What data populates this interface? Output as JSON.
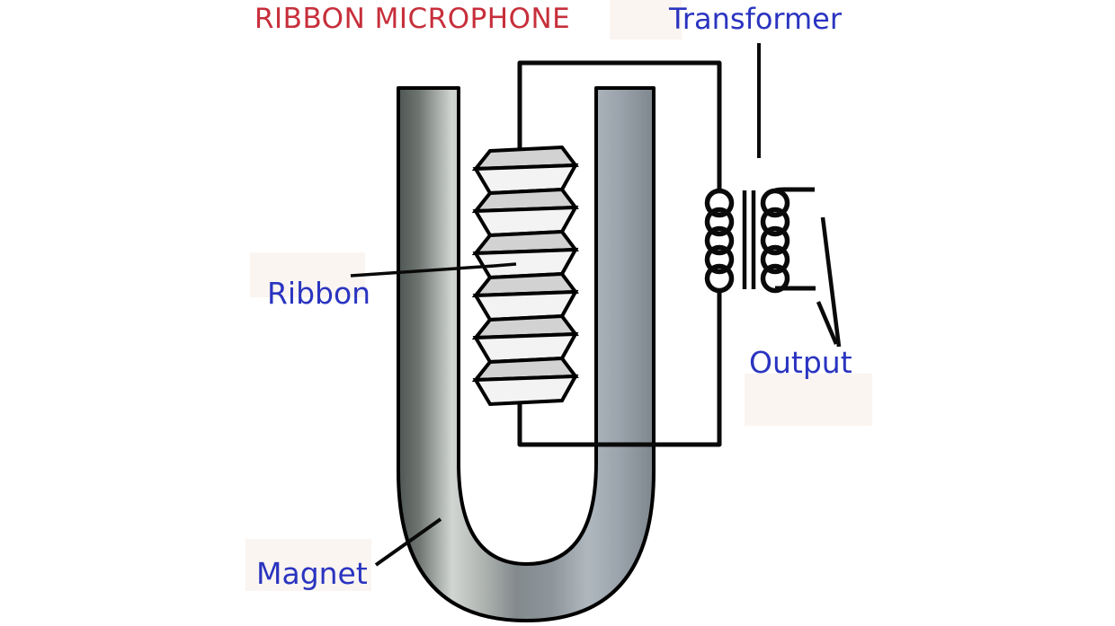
{
  "title": {
    "text": "RIBBON MICROPHONE",
    "color": "#c72f3b"
  },
  "labels": {
    "transformer": {
      "text": "Transformer",
      "color": "#2a34c0"
    },
    "ribbon": {
      "text": "Ribbon",
      "color": "#2a34c0"
    },
    "output": {
      "text": "Output",
      "color": "#2a34c0"
    },
    "magnet": {
      "text": "Magnet",
      "color": "#2a34c0"
    }
  },
  "diagram": {
    "description": "Ribbon microphone schematic: corrugated ribbon suspended between the poles of a U-shaped magnet, wired to a transformer whose secondary coil leads to the output",
    "components": [
      "magnet",
      "ribbon",
      "transformer-primary-coil",
      "transformer-core",
      "transformer-secondary-coil",
      "output-arrow"
    ],
    "colors": {
      "outline": "#000000",
      "wire": "#0a0a0a",
      "ribbon_top_face": "#d2d2d2",
      "ribbon_front_face": "#f3f3f3",
      "magnet_dark": "#4e5552",
      "magnet_light": "#d2d6d3",
      "magnet_steel": "#9aa2ab",
      "highlight_box": "#faf5f1"
    }
  }
}
